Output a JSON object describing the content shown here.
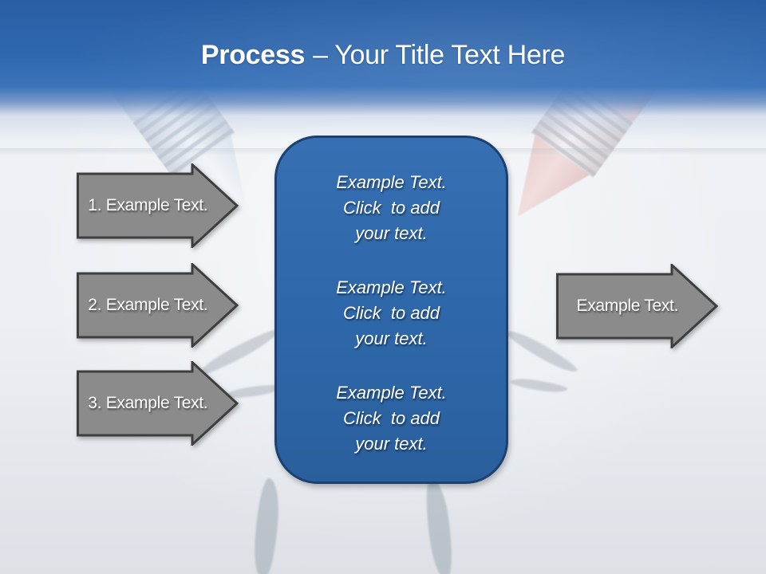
{
  "title": {
    "emphasis": "Process",
    "rest": "– Your Title Text Here"
  },
  "process_arrows": {
    "items": [
      {
        "label": "1. Example Text."
      },
      {
        "label": "2. Example Text."
      },
      {
        "label": "3. Example Text."
      }
    ]
  },
  "output_arrow": {
    "label": "Example Text."
  },
  "content_box": {
    "paragraphs": [
      {
        "lines": [
          "Example Text.",
          "Click  to add",
          "your text."
        ]
      },
      {
        "lines": [
          "Example Text.",
          "Click  to add",
          "your text."
        ]
      },
      {
        "lines": [
          "Example Text.",
          "Click  to add",
          "your text."
        ]
      }
    ]
  },
  "colors": {
    "header_blue": "#2f67ae",
    "box_fill": "#2e67a9",
    "box_border": "#1c4170",
    "arrow_fill": "#8b8b8b",
    "arrow_border": "#3e3e3e",
    "text": "#ffffff"
  }
}
